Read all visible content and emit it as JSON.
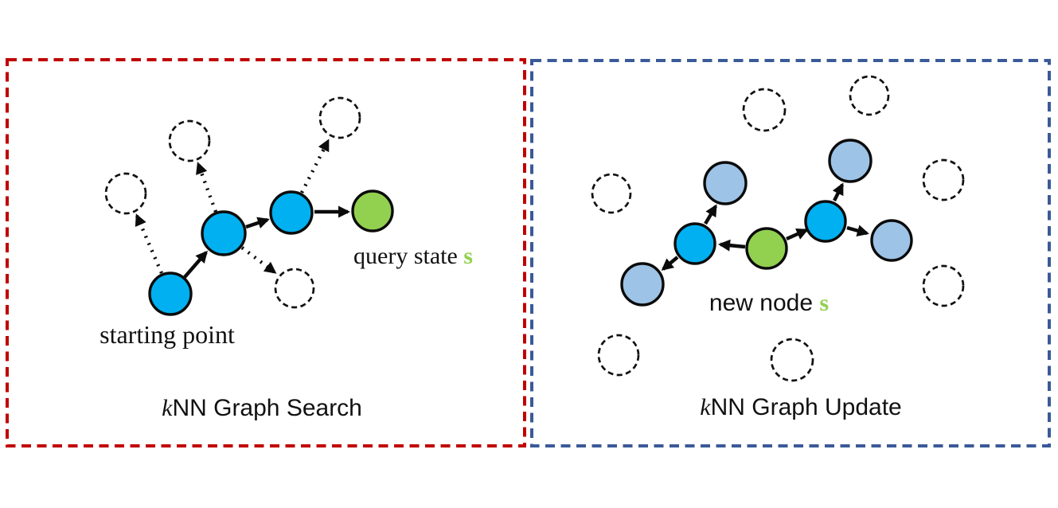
{
  "colors": {
    "search-border": "#C00000",
    "update-border": "#3A5A98",
    "visited-node": "#00B0F0",
    "neighbor-node": "#9DC3E6",
    "query-node": "#92D050",
    "green-text": "#92D050",
    "text": "#111111"
  },
  "left": {
    "caption_k": "k",
    "caption_rest": "NN Graph Search",
    "query_label": "query state ",
    "query_s": "s",
    "starting_label": "starting point"
  },
  "right": {
    "caption_k": "k",
    "caption_rest": "NN Graph Update",
    "new_node_label": "new node ",
    "new_node_s": "s"
  }
}
